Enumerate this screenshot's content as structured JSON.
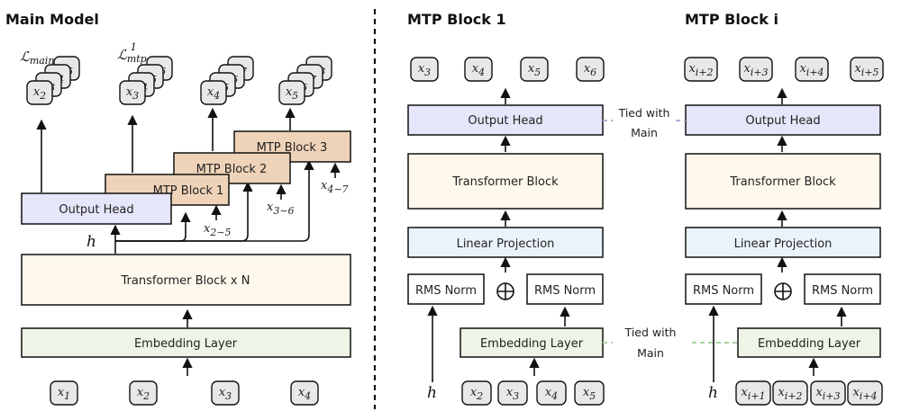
{
  "titles": {
    "main_model": "Main Model",
    "mtp_block_1": "MTP Block 1",
    "mtp_block_i": "MTP Block i"
  },
  "main": {
    "output_head": "Output Head",
    "transformer": "Transformer Block x N",
    "embedding": "Embedding Layer",
    "mtp3": "MTP Block 3",
    "mtp2": "MTP Block 2",
    "mtp1": "MTP Block 1",
    "h": "h",
    "loss_main": "ℒmain",
    "loss_mtp": "ℒmtp",
    "loss_mtp_sup": "1",
    "in_2_5": "x2∼5",
    "in_3_6": "x3∼6",
    "in_4_7": "x4∼7",
    "input_tokens": [
      "x1",
      "x2",
      "x3",
      "x4"
    ],
    "stack_main": [
      "x2",
      "x3",
      "x4",
      "x5"
    ],
    "stack_mtp1": [
      "x3",
      "x4",
      "x5",
      "x6"
    ],
    "stack_mtp2": [
      "x4",
      "x5",
      "x6",
      "x7"
    ],
    "stack_mtp3": [
      "x5",
      "x6",
      "x7",
      "x8"
    ]
  },
  "mtp1": {
    "output_tokens": [
      "x3",
      "x4",
      "x5",
      "x6"
    ],
    "output_head": "Output Head",
    "transformer": "Transformer Block",
    "linear": "Linear Projection",
    "rms_left": "RMS Norm",
    "rms_right": "RMS Norm",
    "embedding": "Embedding Layer",
    "h": "h",
    "input_tokens": [
      "x2",
      "x3",
      "x4",
      "x5"
    ]
  },
  "mtpi": {
    "output_tokens": [
      "xi+2",
      "xi+3",
      "xi+4",
      "xi+5"
    ],
    "output_head": "Output Head",
    "transformer": "Transformer Block",
    "linear": "Linear Projection",
    "rms_left": "RMS Norm",
    "rms_right": "RMS Norm",
    "embedding": "Embedding Layer",
    "h": "h",
    "input_tokens": [
      "xi+1",
      "xi+2",
      "xi+3",
      "xi+4"
    ]
  },
  "tied": {
    "top_line1": "Tied with",
    "top_line2": "Main",
    "bottom_line1": "Tied with",
    "bottom_line2": "Main"
  },
  "colors": {
    "output_head_fill": "#e6e6fa",
    "transformer_fill": "#fff8ec",
    "embedding_fill": "#eef4e6",
    "linear_fill": "#eaf3fb",
    "mtp_block_fill": "#efd3b8",
    "token_fill": "#e8e8e8",
    "tie_top": "#b4a9d3",
    "tie_bottom": "#a9d5a0",
    "divider": "#111111"
  }
}
